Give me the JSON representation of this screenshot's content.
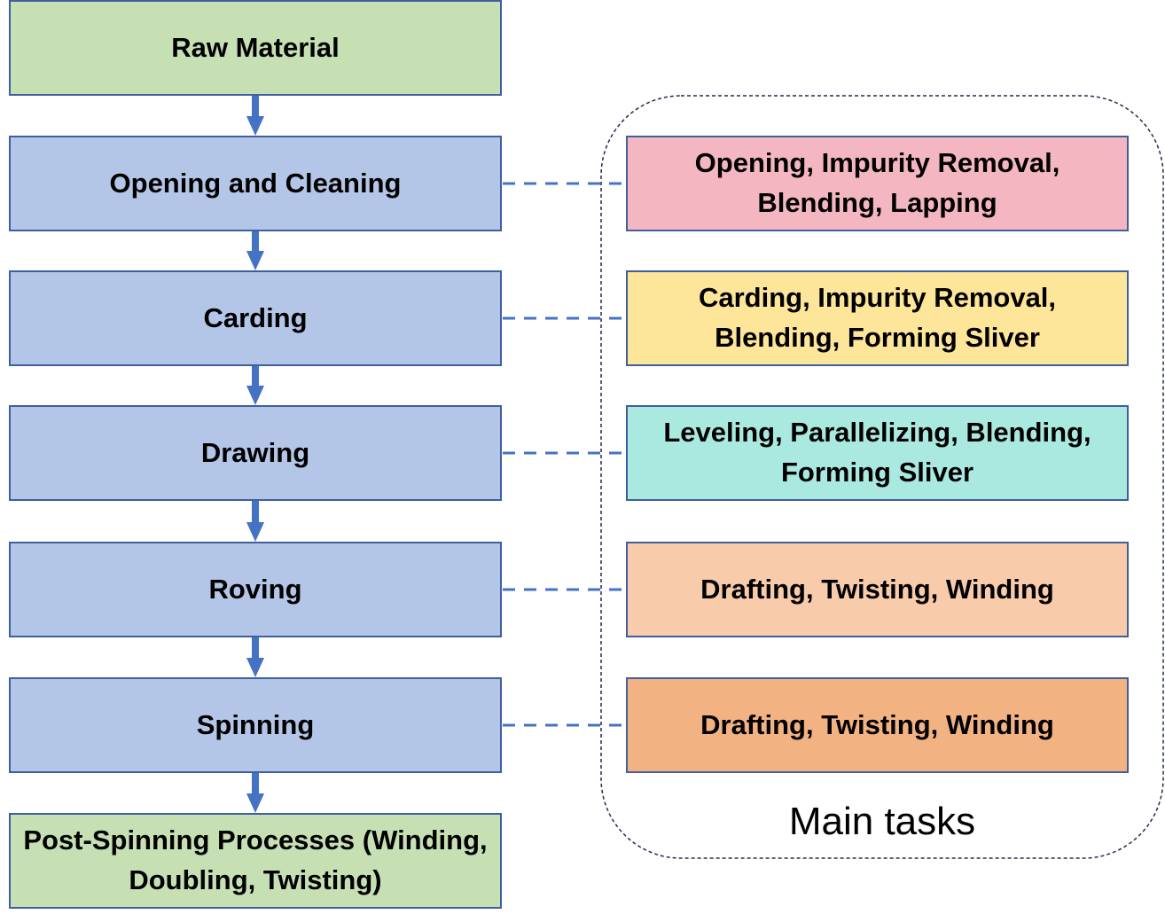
{
  "process_steps": [
    {
      "label": "Raw Material",
      "color": "#c6e0b4"
    },
    {
      "label": "Opening and Cleaning",
      "color": "#b4c6e7"
    },
    {
      "label": "Carding",
      "color": "#b4c6e7"
    },
    {
      "label": "Drawing",
      "color": "#b4c6e7"
    },
    {
      "label": "Roving",
      "color": "#b4c6e7"
    },
    {
      "label": "Spinning",
      "color": "#b4c6e7"
    },
    {
      "label": "Post-Spinning Processes (Winding, Doubling, Twisting)",
      "color": "#c6e0b4"
    }
  ],
  "main_tasks": {
    "title": "Main tasks",
    "items": [
      {
        "label": "Opening, Impurity Removal, Blending, Lapping",
        "color": "#f4b6c0"
      },
      {
        "label": "Carding, Impurity Removal, Blending, Forming Sliver",
        "color": "#fde599"
      },
      {
        "label": "Leveling, Parallelizing, Blending, Forming Sliver",
        "color": "#a9e9e0"
      },
      {
        "label": "Drafting, Twisting, Winding",
        "color": "#f8cbab"
      },
      {
        "label": "Drafting, Twisting, Winding",
        "color": "#f3b282"
      }
    ]
  },
  "colors": {
    "arrow": "#4472c4",
    "border": "#3f5fa0",
    "group_border": "#1f2d4d"
  }
}
